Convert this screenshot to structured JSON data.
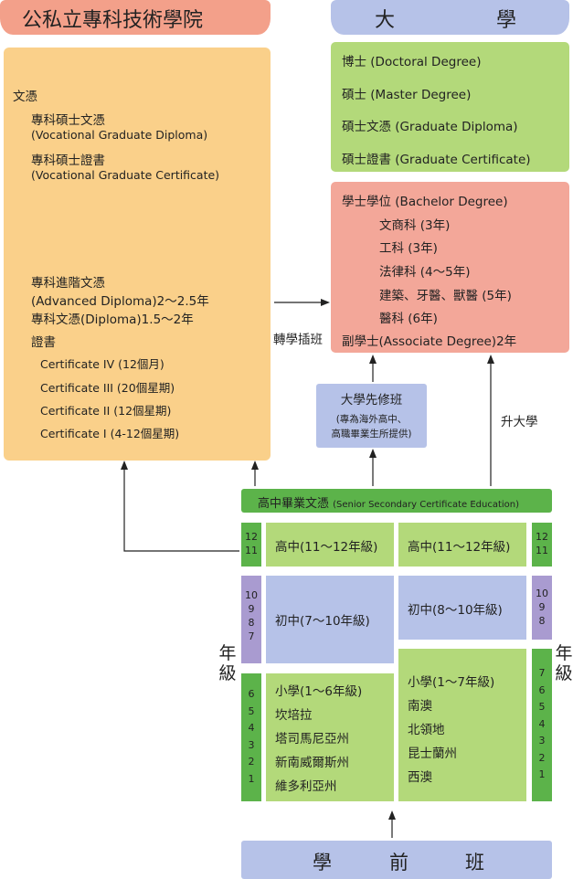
{
  "headers": {
    "left": "公私立專科技術學院",
    "right_char1": "大",
    "right_char2": "學"
  },
  "tafe": {
    "diploma_heading": "文憑",
    "voc_grad_diploma_zh": "專科碩士文憑",
    "voc_grad_diploma_en": "(Vocational Graduate Diploma)",
    "voc_grad_cert_zh": "專科碩士證書",
    "voc_grad_cert_en": "(Vocational Graduate Certificate)",
    "adv_diploma_zh": "專科進階文憑",
    "adv_diploma_en": "(Advanced Diploma)2～2.5年",
    "diploma": "專科文憑(Diploma)1.5～2年",
    "cert_heading": "證書",
    "cert4": "Certificate IV (12個月)",
    "cert3": "Certificate III (20個星期)",
    "cert2": "Certificate II (12個星期)",
    "cert1": "Certificate I  (4-12個星期)"
  },
  "university_top": [
    "博士 (Doctoral Degree)",
    "碩士 (Master Degree)",
    "碩士文憑 (Graduate Diploma)",
    "碩士證書 (Graduate Certificate)"
  ],
  "bachelor": {
    "heading": "學士學位 (Bachelor Degree)",
    "items": [
      "文商科 (3年)",
      "工科 (3年)",
      "法律科 (4～5年)",
      "建築、牙醫、獸醫 (5年)",
      "醫科 (6年)"
    ],
    "associate": "副學士(Associate Degree)2年"
  },
  "labels": {
    "transfer": "轉學插班",
    "to_university": "升大學"
  },
  "foundation": {
    "title": "大學先修班",
    "note_line1": "(專為海外高中、",
    "note_line2": "高職畢業生所提供)"
  },
  "ssce": {
    "zh": "高中畢業文憑",
    "en": "(Senior Secondary Certificate Education)"
  },
  "left_column": {
    "senior": "高中(11～12年級)",
    "junior": "初中(7～10年級)",
    "primary": [
      "小學(1～6年級)",
      "坎培拉",
      "塔司馬尼亞州",
      "新南威爾斯州",
      "維多利亞州"
    ],
    "grades_senior": [
      "12",
      "11"
    ],
    "grades_junior": [
      "10",
      "9",
      "8",
      "7"
    ],
    "grades_primary": [
      "6",
      "5",
      "4",
      "3",
      "2",
      "1"
    ]
  },
  "right_column": {
    "senior": "高中(11～12年級)",
    "junior": "初中(8～10年級)",
    "primary": [
      "小學(1～7年級)",
      "南澳",
      "北領地",
      "昆士蘭州",
      "西澳"
    ],
    "grades_senior": [
      "12",
      "11"
    ],
    "grades_junior": [
      "10",
      "9",
      "8"
    ],
    "grades_primary": [
      "7",
      "6",
      "5",
      "4",
      "3",
      "2",
      "1"
    ]
  },
  "grade_label": [
    "年",
    "級"
  ],
  "preschool": [
    "學",
    "前",
    "班"
  ],
  "colors": {
    "salmon": "#f3a08a",
    "lavender": "#b6c2e8",
    "orange": "#fad08a",
    "light_green": "#b3d97a",
    "dark_green": "#5cb34a",
    "purple": "#a99bd0",
    "pink": "#f3a799"
  }
}
